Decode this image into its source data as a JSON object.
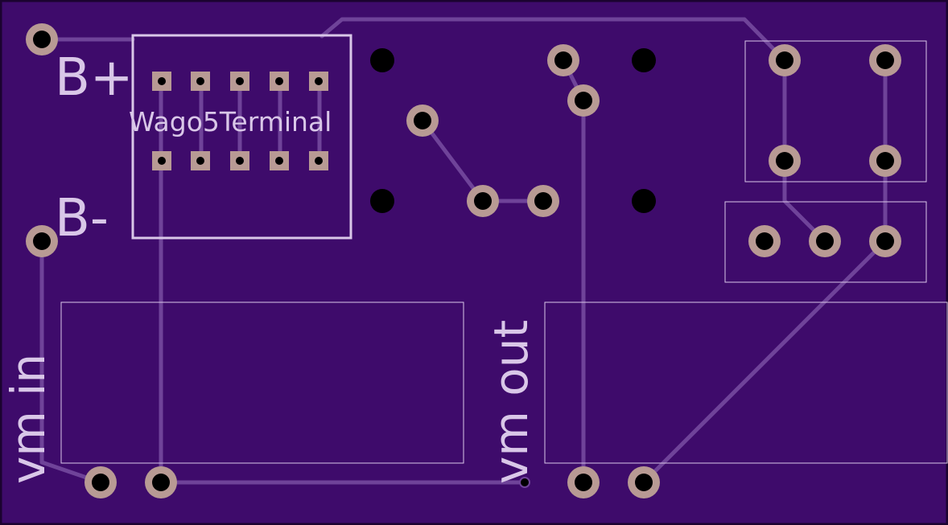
{
  "board": {
    "colors": {
      "background": "#3e0b6b",
      "outline": "#1b0330",
      "trace": "#6f4399",
      "silkscreen": "#d9c7e8",
      "pad": "#b89a94",
      "drill": "#000000"
    }
  },
  "labels": {
    "b_plus": "B+",
    "b_minus": "B-",
    "connector": "Wago5Terminal",
    "vm_in": "vm in",
    "vm_out": "vm out"
  }
}
